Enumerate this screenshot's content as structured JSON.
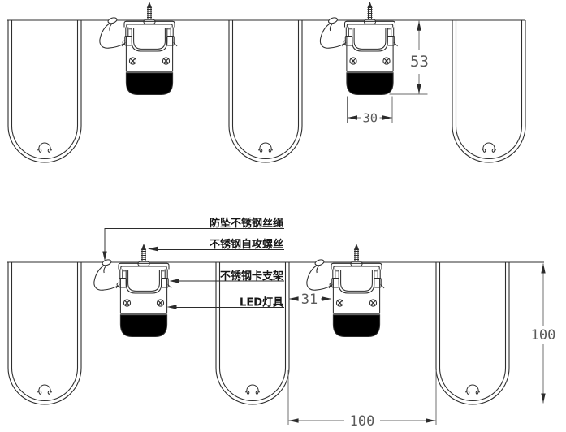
{
  "drawing": {
    "background": "#ffffff",
    "line_color": "#2e2e2e",
    "dim_color": "#6a6a6a",
    "arrow_color": "#2b2b2b",
    "lens_color": "#000000",
    "description": "LED fixture mounting detail between baffle ceiling profiles"
  },
  "dimensions": {
    "fixture_height": "53",
    "fixture_width": "30",
    "baffle_gap": "31",
    "baffle_height": "100",
    "baffle_spacing": "100"
  },
  "labels": {
    "wire_rope": "防坠不锈钢丝绳",
    "self_tapping_screw": "不锈钢自攻螺丝",
    "clip_bracket": "不锈钢卡支架",
    "led_fixture": "LED灯具"
  }
}
